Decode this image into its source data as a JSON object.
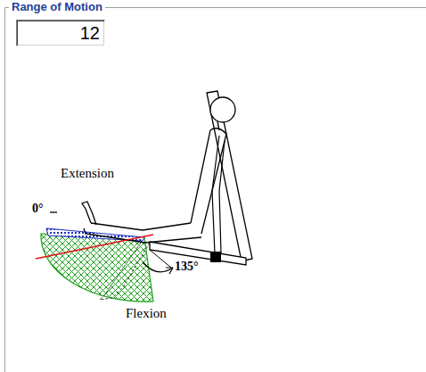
{
  "diagram": {
    "title": "Range of Motion",
    "nodes": [
      {
        "text": [
          "12"
        ]
      }
    ],
    "labels": [
      "Extension",
      "0°",
      "135°",
      "Flexion"
    ]
  }
}
